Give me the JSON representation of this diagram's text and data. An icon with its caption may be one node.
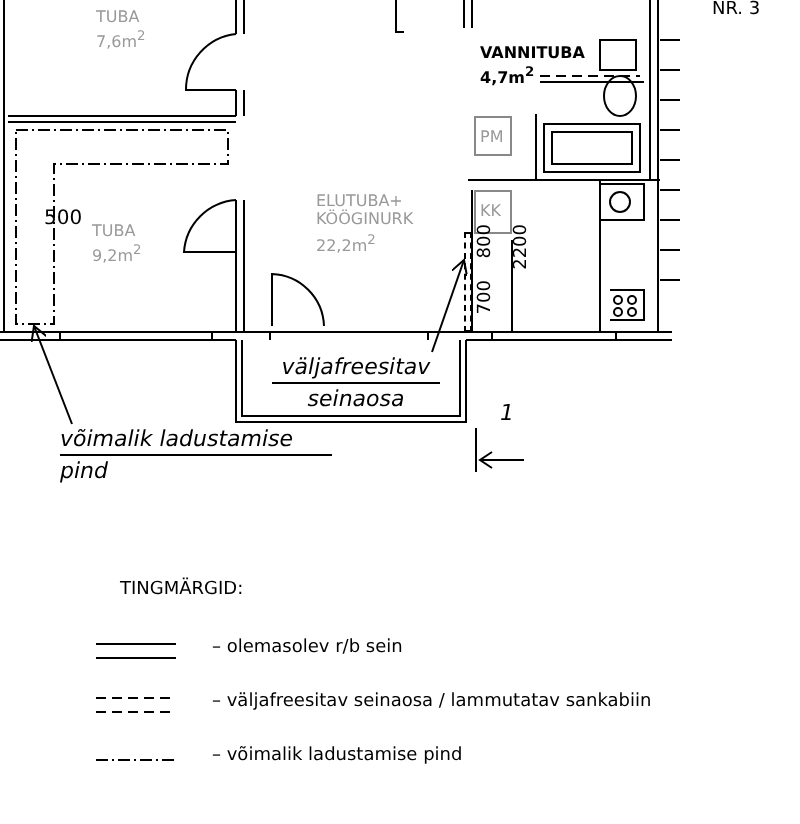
{
  "diagram": {
    "nodes": [
      {
        "text": [
          "TUBA",
          "7,6m$^{2}$"
        ]
      },
      {
        "text": [
          "TUBA",
          "9,2m$^{2}$"
        ]
      },
      {
        "text": [],
        "shape": "box",
        "in": 1
      },
      {
        "text": [
          "ELUTUBA+ KÖÖGINURK",
          "22,2m$^{2}$"
        ]
      },
      {
        "text": [
          "VANNITUBA",
          "4,7m$^{2}$"
        ]
      },
      {
        "text": [
          "PM"
        ],
        "in": 4
      },
      {
        "text": [
          "KK"
        ]
      },
      {
        "text": [
          "võimalik ladustamise pind"
        ]
      },
      {
        "text": [
          "väljafreesitav seinaosa"
        ]
      },
      {
        "text": [],
        "shape": "box"
      }
    ],
    "edges": [
      {
        "from": 7,
        "to": 2,
        "arrow": "to"
      },
      {
        "from": 8,
        "to": 9,
        "arrow": "to"
      }
    ],
    "labels": [
      "NR. 3",
      "500",
      "700",
      "800",
      "2200",
      "1",
      "TINGMÄRGID:"
    ],
    "legend": [
      {
        "text": "– olemasolev r/b sein"
      },
      {
        "text": "– väljafreesitav seinaosa / lammutatav sankabiin"
      },
      {
        "text": "– võimalik ladustamise pind"
      }
    ]
  }
}
